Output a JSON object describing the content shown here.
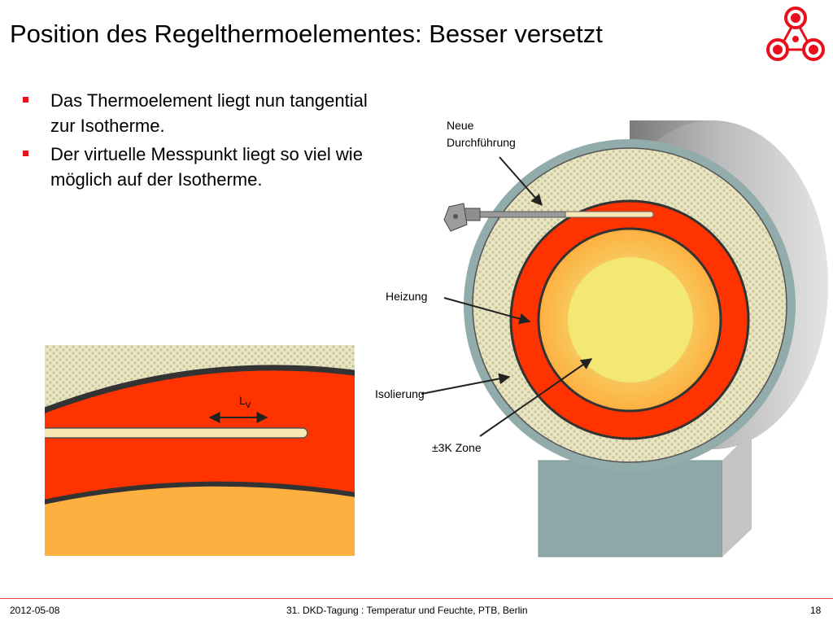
{
  "slide": {
    "title": "Position des Regelthermoelementes: Besser versetzt",
    "bullets": [
      "Das Thermoelement liegt nun tangential zur Isotherme.",
      "Der virtuelle Messpunkt liegt so viel wie möglich auf der Isotherme."
    ]
  },
  "diagram": {
    "labels": {
      "neue_durchfuehrung_line1": "Neue",
      "neue_durchfuehrung_line2": "Durchführung",
      "heizung": "Heizung",
      "isolierung": "Isolierung",
      "zone": "±3K Zone",
      "lv_main": "L",
      "lv_sub": "V"
    },
    "colors": {
      "heating": "#ff3300",
      "orange_zone": "#fdb040",
      "yellow_zone": "#f2e873",
      "insulation": "#e9e5c2",
      "housing": "#9eb5b5",
      "accent_red": "#e8101c"
    }
  },
  "footer": {
    "date": "2012-05-08",
    "event": "31. DKD-Tagung : Temperatur und Feuchte, PTB, Berlin",
    "page": "18"
  }
}
